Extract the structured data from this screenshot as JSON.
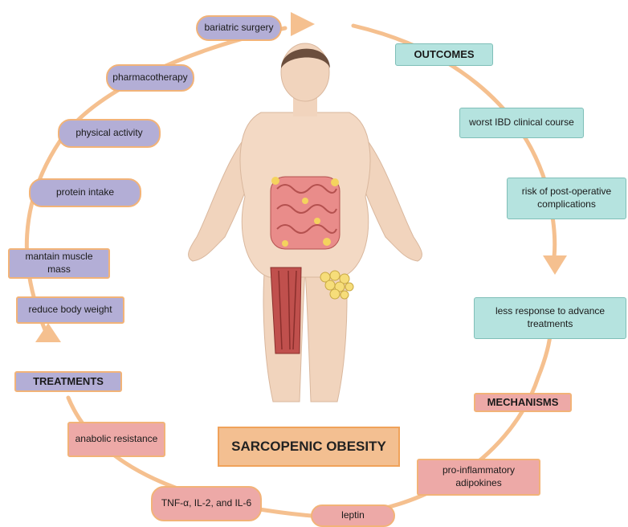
{
  "title": "SARCOPENIC OBESITY",
  "colors": {
    "ring": "#f5c08f",
    "treatments_fill": "#b3aed6",
    "outcomes_fill": "#b5e3df",
    "mechanisms_fill": "#eda9a7",
    "title_fill": "#f3bf91"
  },
  "sections": {
    "outcomes": {
      "header": "OUTCOMES",
      "items": [
        "worst IBD clinical course",
        "risk of post-operative complications",
        "less response to advance treatments"
      ]
    },
    "mechanisms": {
      "header": "MECHANISMS",
      "items": [
        "pro-inflammatory adipokines",
        "leptin",
        "TNF-α, IL-2, and IL-6",
        "anabolic resistance"
      ]
    },
    "treatments": {
      "header": "TREATMENTS",
      "items": [
        "reduce body weight",
        "mantain muscle mass",
        "protein intake",
        "physical activity",
        "pharmacotherapy",
        "bariatric surgery"
      ]
    }
  },
  "illustration": {
    "subject": "human-body-icon",
    "details": [
      "intestine-icon",
      "muscle-icon",
      "adipose-cells-icon"
    ]
  }
}
